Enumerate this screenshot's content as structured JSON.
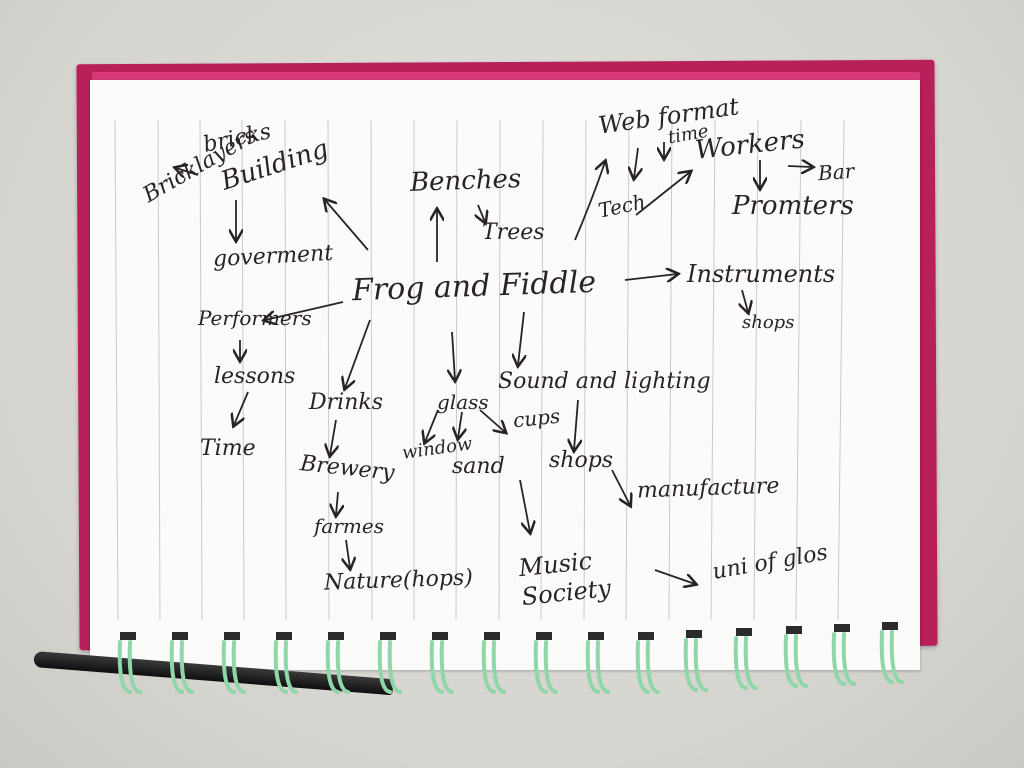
{
  "photo": {
    "subject": "spiral-notebook-mind-map",
    "colors": {
      "folder": "#b8205a",
      "paper": "#fbfbfa",
      "ink": "#2a2326",
      "rings": "#8fd6a8",
      "desk": "#dcdad5"
    }
  },
  "mindmap": {
    "center": "Frog and Fiddle",
    "words": {
      "bricklayers": "Bricklayers",
      "bricks": "bricks",
      "building": "Building",
      "goverment": "goverment",
      "benches": "Benches",
      "trees": "Trees",
      "web_format": "Web format",
      "time_top": "time",
      "tech": "Tech",
      "workers": "Workers",
      "bar": "Bar",
      "promoters": "Promters",
      "instruments": "Instruments",
      "shops_right": "shops",
      "performers": "Performers",
      "lessons": "lessons",
      "time_left": "Time",
      "drinks": "Drinks",
      "brewery": "Brewery",
      "farmes": "farmes",
      "nature_hops": "Nature(hops)",
      "glass": "glass",
      "window": "window",
      "cups": "cups",
      "sand": "sand",
      "sound_lighting": "Sound and lighting",
      "shops_mid": "shops",
      "manufacture": "manufacture",
      "music_society": "Music Society",
      "uni_of_glos": "uni of glos"
    }
  }
}
